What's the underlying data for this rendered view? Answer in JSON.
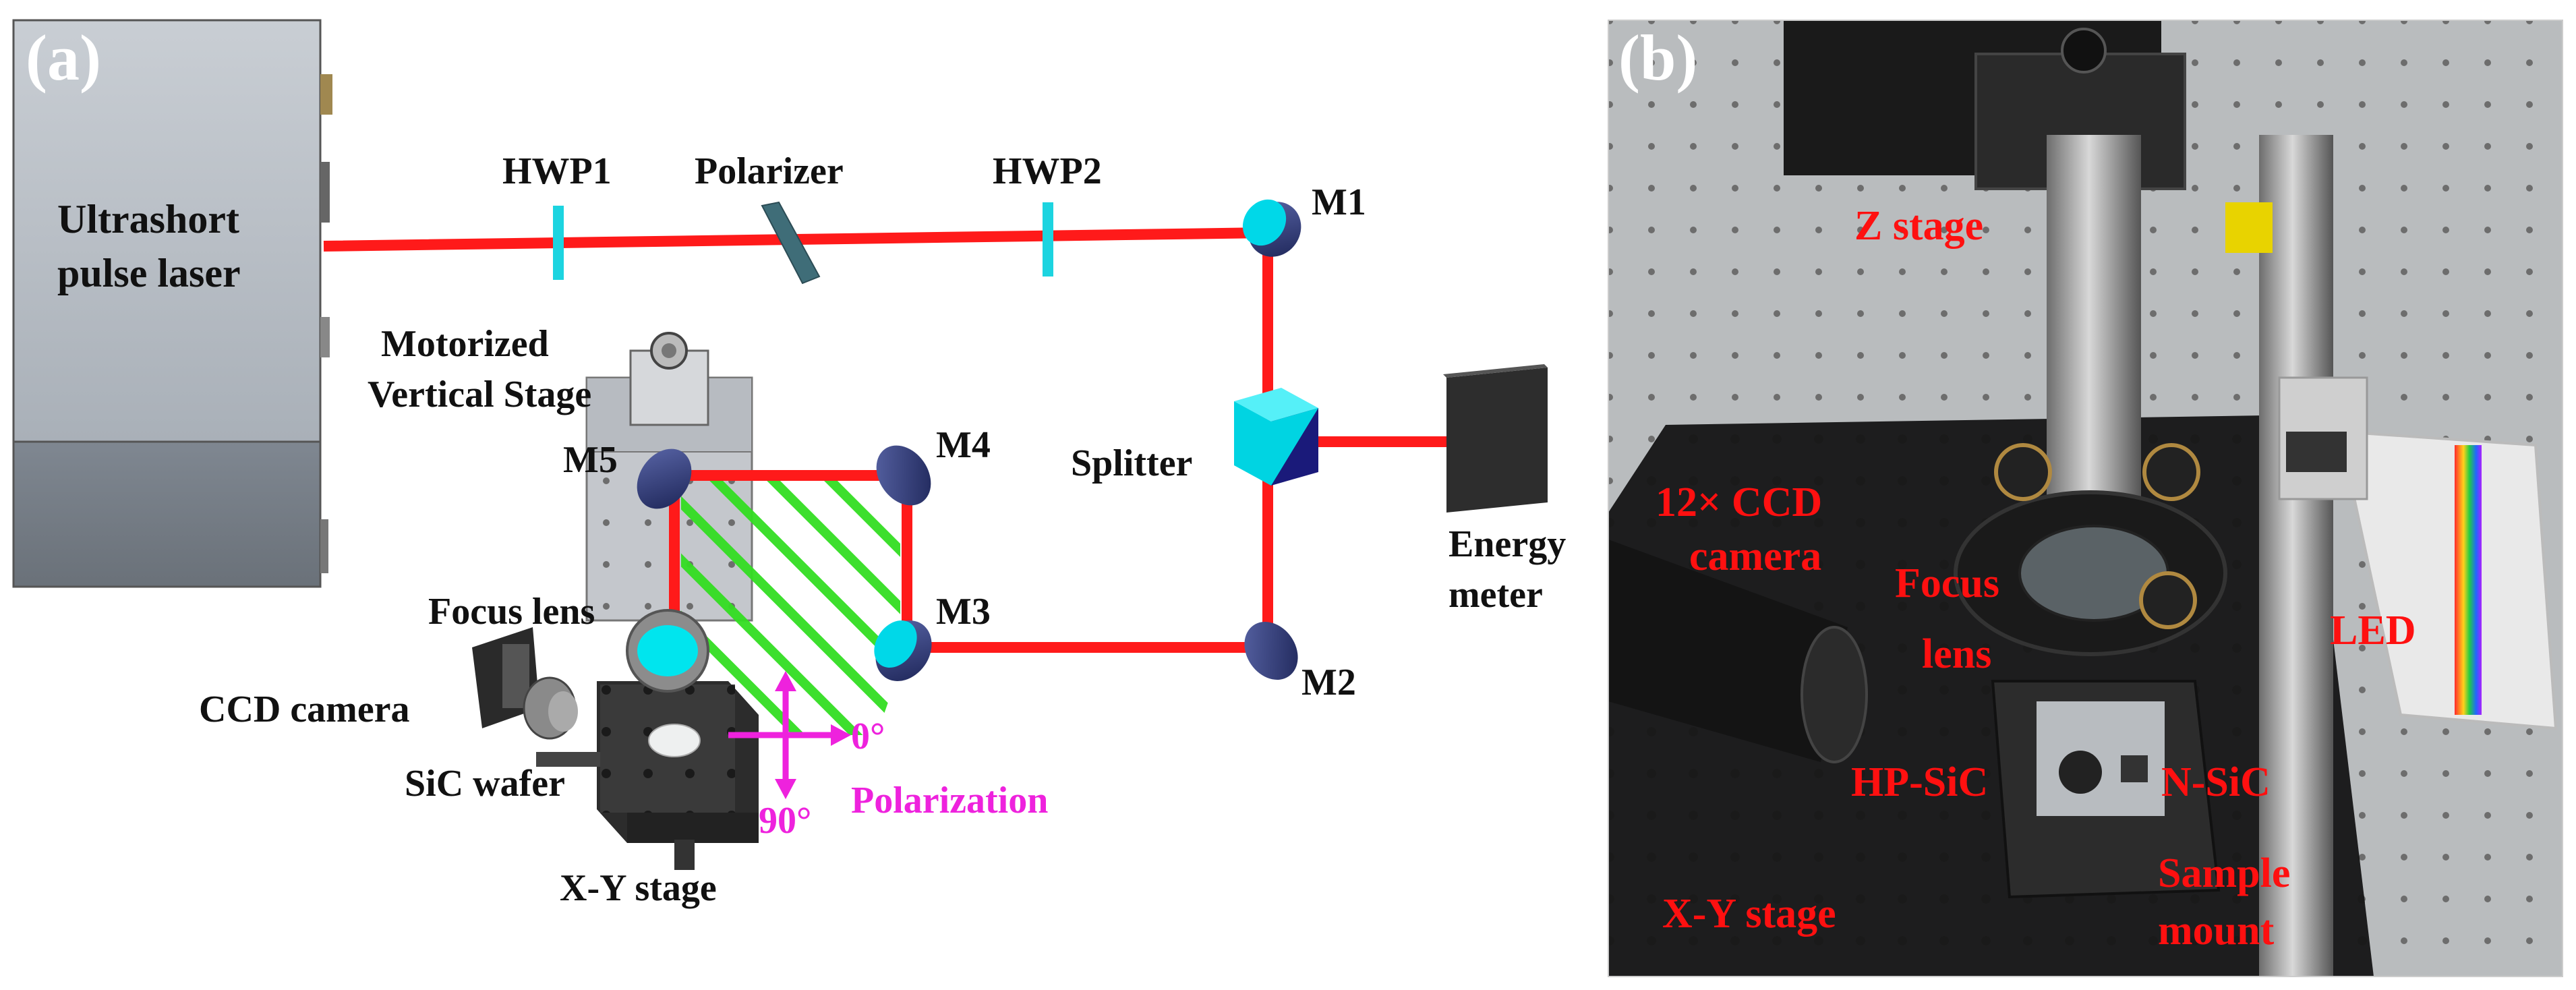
{
  "panel_a": {
    "letter": "(a)",
    "laser_label_line1": "Ultrashort",
    "laser_label_line2": "pulse laser",
    "hwp1": "HWP1",
    "polarizer": "Polarizer",
    "hwp2": "HWP2",
    "m1": "M1",
    "m2": "M2",
    "m3": "M3",
    "m4": "M4",
    "m5": "M5",
    "splitter": "Splitter",
    "energy_meter_line1": "Energy",
    "energy_meter_line2": "meter",
    "vertical_stage_line1": "Motorized",
    "vertical_stage_line2": "Vertical Stage",
    "focus_lens": "Focus lens",
    "ccd_camera": "CCD camera",
    "sic_wafer": "SiC wafer",
    "xy_stage": "X-Y stage",
    "angle_0": "0°",
    "angle_90": "90°",
    "polarization": "Polarization"
  },
  "panel_b": {
    "letter": "(b)",
    "z_stage": "Z stage",
    "ccd_line1": "12× CCD",
    "ccd_line2": "camera",
    "focus_line1": "Focus",
    "focus_line2": "lens",
    "led": "LED",
    "hp_sic": "HP-SiC",
    "n_sic": "N-SiC",
    "sample_line1": "Sample",
    "sample_line2": "mount",
    "xy_stage": "X-Y stage"
  },
  "colors": {
    "beam": "#ff1a1a",
    "optic_cyan": "#00e5ee",
    "mirror_navy": "#2e3a78",
    "label_black": "#111111",
    "label_red": "#ff1010",
    "polarization_magenta": "#ee22dd",
    "hatch_green": "#33dd22",
    "panel_b_text": "#ffffff"
  }
}
